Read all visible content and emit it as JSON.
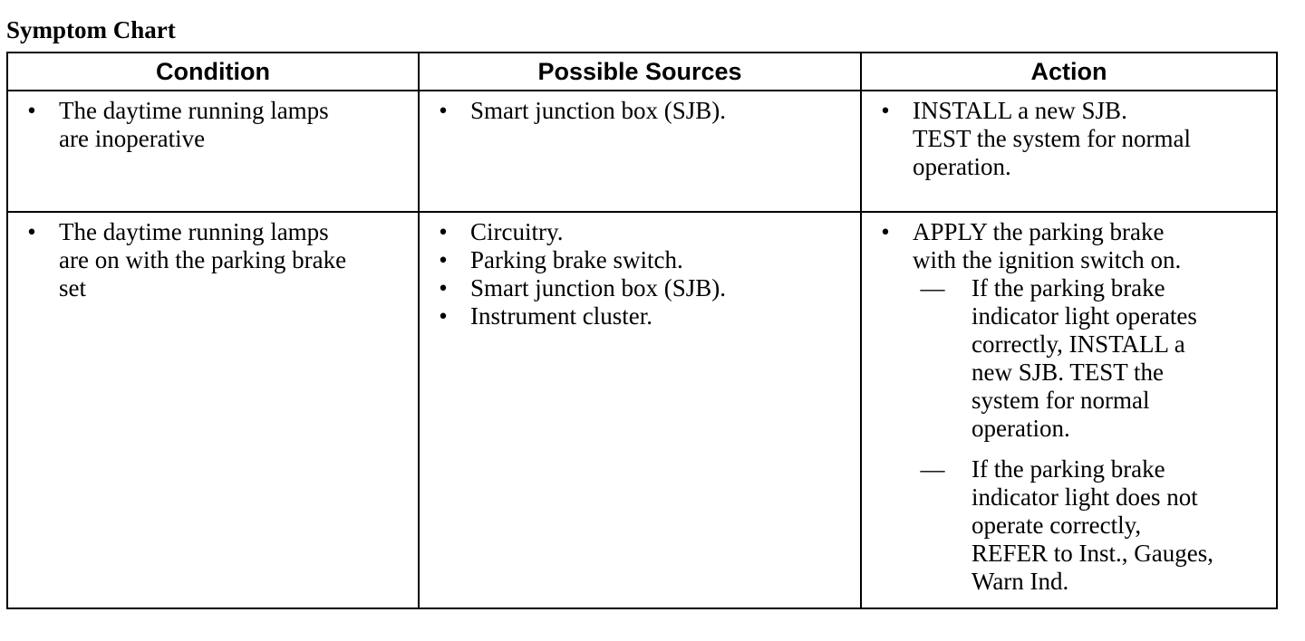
{
  "title": "Symptom Chart",
  "headers": {
    "condition": "Condition",
    "sources": "Possible Sources",
    "action": "Action"
  },
  "bullet_glyph": "•",
  "dash_glyph": "—",
  "rows": [
    {
      "condition": [
        "The daytime running lamps",
        "are inoperative"
      ],
      "sources": [
        [
          "Smart junction box (SJB)."
        ]
      ],
      "action": {
        "lines": [
          "INSTALL a new SJB.",
          "TEST the system for normal",
          "operation."
        ],
        "subitems": []
      }
    },
    {
      "condition": [
        "The daytime running lamps",
        "are on with the parking brake",
        "set"
      ],
      "sources": [
        [
          "Circuitry."
        ],
        [
          "Parking brake switch."
        ],
        [
          "Smart junction box (SJB)."
        ],
        [
          "Instrument cluster."
        ]
      ],
      "action": {
        "lines": [
          "APPLY the parking brake",
          "with the ignition switch on."
        ],
        "subitems": [
          [
            "If the parking brake",
            "indicator light operates",
            "correctly, INSTALL a",
            "new SJB. TEST the",
            "system for normal",
            "operation."
          ],
          [
            "If the parking brake",
            "indicator light does not",
            "operate correctly,",
            "REFER to Inst., Gauges,",
            "Warn Ind."
          ]
        ]
      }
    }
  ]
}
